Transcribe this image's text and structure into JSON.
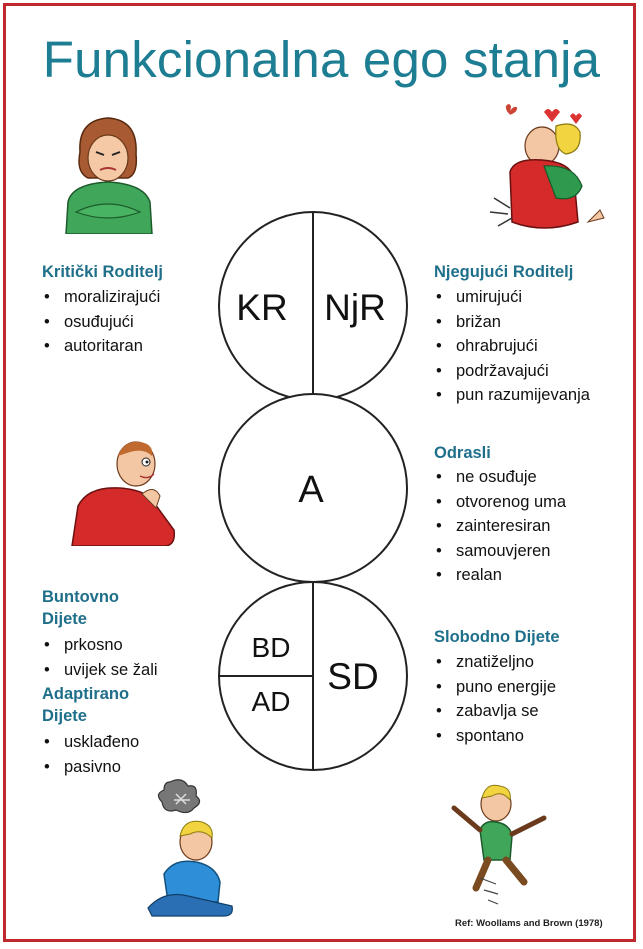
{
  "title": "Funkcionalna ego stanja",
  "ego_labels": {
    "kr": "KR",
    "njr": "NjR",
    "a": "A",
    "bd": "BD",
    "ad": "AD",
    "sd": "SD"
  },
  "kriticki": {
    "heading": "Kritički Roditelj",
    "items": [
      "moralizirajući",
      "osuđujući",
      "autoritaran"
    ]
  },
  "njegujuci": {
    "heading": "Njegujući Roditelj",
    "items": [
      "umirujući",
      "brižan",
      "ohrabrujući",
      "podržavajući",
      "pun razumijevanja"
    ]
  },
  "odrasli": {
    "heading": "Odrasli",
    "items": [
      "ne osuđuje",
      "otvorenog uma",
      "zainteresiran",
      "samouvjeren",
      "realan"
    ]
  },
  "buntovno": {
    "heading_line1": "Buntovno",
    "heading_line2": "Dijete",
    "items": [
      "prkosno",
      "uvijek se žali"
    ]
  },
  "adaptirano": {
    "heading_line1": "Adaptirano",
    "heading_line2": "Dijete",
    "items": [
      "usklađeno",
      "pasivno"
    ]
  },
  "slobodno": {
    "heading": "Slobodno Dijete",
    "items": [
      "znatiželjno",
      "puno energije",
      "zabavlja se",
      "spontano"
    ]
  },
  "reference": "Ref: Woollams and Brown (1978)",
  "colors": {
    "title": "#1d7d92",
    "heading": "#1f6f8b",
    "border": "#c0282d"
  }
}
